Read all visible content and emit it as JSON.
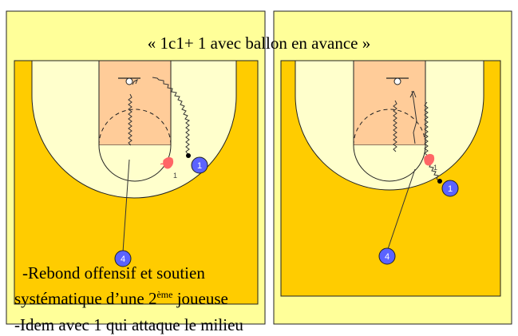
{
  "title": "« 1c1+ 1 avec ballon en avance »",
  "captions": {
    "line1": "-Rebond offensif et soutien",
    "line2_before": "systématique d’une 2",
    "line2_sup": "ème",
    "line2_after": " joueuse",
    "line3": "-Idem avec 1 qui attaque le milieu"
  },
  "diagrams": [
    {
      "players": [
        {
          "label": "1",
          "color": "#5b63ff"
        },
        {
          "label": "4",
          "color": "#5b63ff"
        }
      ],
      "defender_label": "1"
    },
    {
      "players": [
        {
          "label": "1",
          "color": "#5b63ff"
        },
        {
          "label": "4",
          "color": "#5b63ff"
        }
      ],
      "defender_label": "1"
    }
  ],
  "colors": {
    "panel_bg": "#ffff99",
    "court_outer": "#ffcc00",
    "court_inner": "#ffffcc",
    "key_fill": "#ffcc99",
    "line": "#000000",
    "player": "#5b63ff",
    "defender": "#ff6666"
  }
}
